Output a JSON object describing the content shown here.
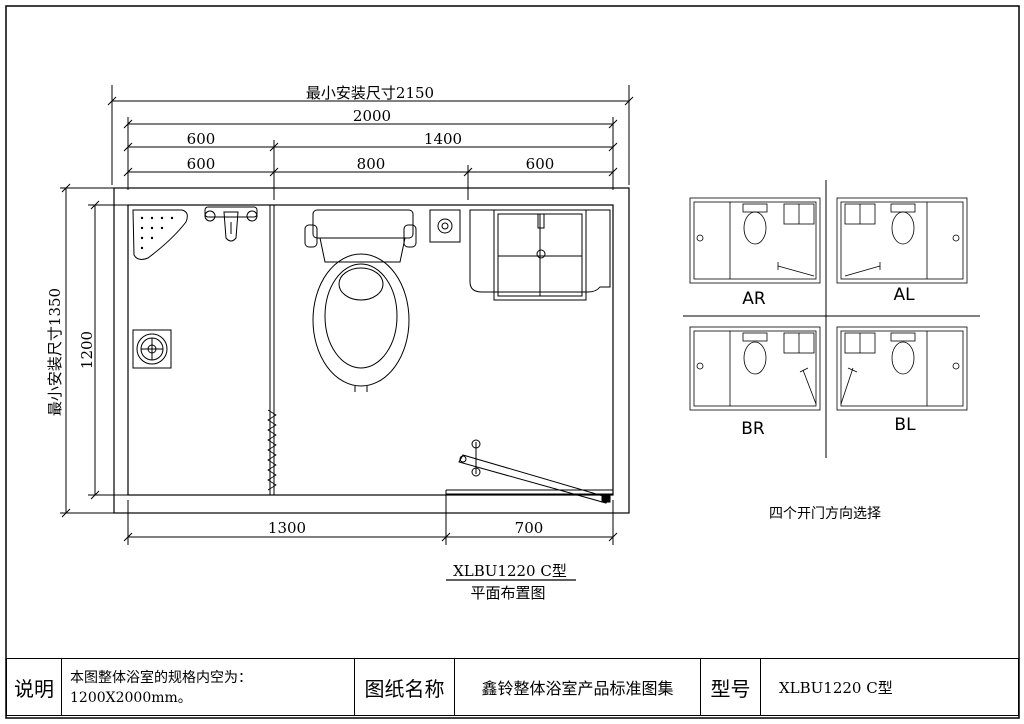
{
  "dims": {
    "min_install_width": "最小安装尺寸2150",
    "overall_width": "2000",
    "seg_600_a": "600",
    "seg_1400": "1400",
    "seg_600_b": "600",
    "seg_800": "800",
    "seg_600_c": "600",
    "min_install_depth": "最小安装尺寸1350",
    "inner_depth": "1200",
    "bottom_1300": "1300",
    "bottom_700": "700"
  },
  "drawing": {
    "model_label": "XLBU1220 C型",
    "subtitle": "平面布置图"
  },
  "door_options": {
    "ar": "AR",
    "al": "AL",
    "br": "BR",
    "bl": "BL",
    "caption": "四个开门方向选择"
  },
  "title_block": {
    "note_label": "说明",
    "note_text": "本图整体浴室的规格内空为：1200X2000mm。",
    "drawing_name_label": "图纸名称",
    "drawing_name": "鑫铃整体浴室产品标准图集",
    "model_no_label": "型号",
    "model_no": "XLBU1220 C型"
  }
}
